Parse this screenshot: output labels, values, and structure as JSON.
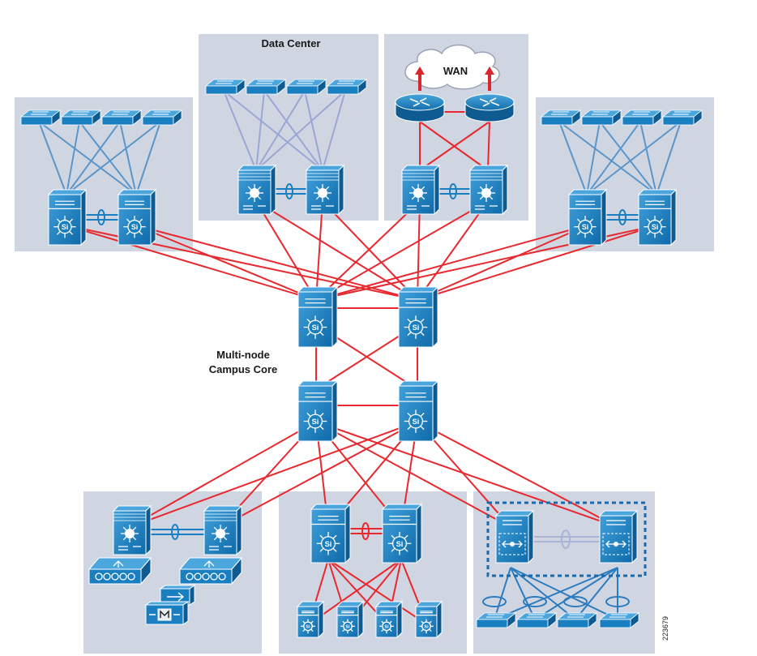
{
  "labels": {
    "data_center": "Data Center",
    "wan": "WAN",
    "core_line1": "Multi-node",
    "core_line2": "Campus Core",
    "figure_id": "223679",
    "l3_switch_mark": "Si"
  },
  "colors": {
    "zone_fill": "#cfd6e2",
    "device_blue": "#1a7fc1",
    "device_dark": "#0d5b91",
    "device_light": "#4aa6dc",
    "red_link": "#e8282e",
    "blue_link": "#5b95c9",
    "lavender_link": "#9aa6d4",
    "wan_arrow": "#d8282e"
  },
  "icons": {
    "access_switch": "access-switch-icon",
    "layer3_switch": "layer3-switch-icon",
    "firewall_switch": "firewall-switch-icon",
    "router": "router-icon",
    "cloud": "wan-cloud-icon",
    "wireless_lan_controller": "wlan-controller-icon",
    "media_convergence": "ipt-gateway-icon",
    "vss": "virtual-switching-system-icon"
  }
}
